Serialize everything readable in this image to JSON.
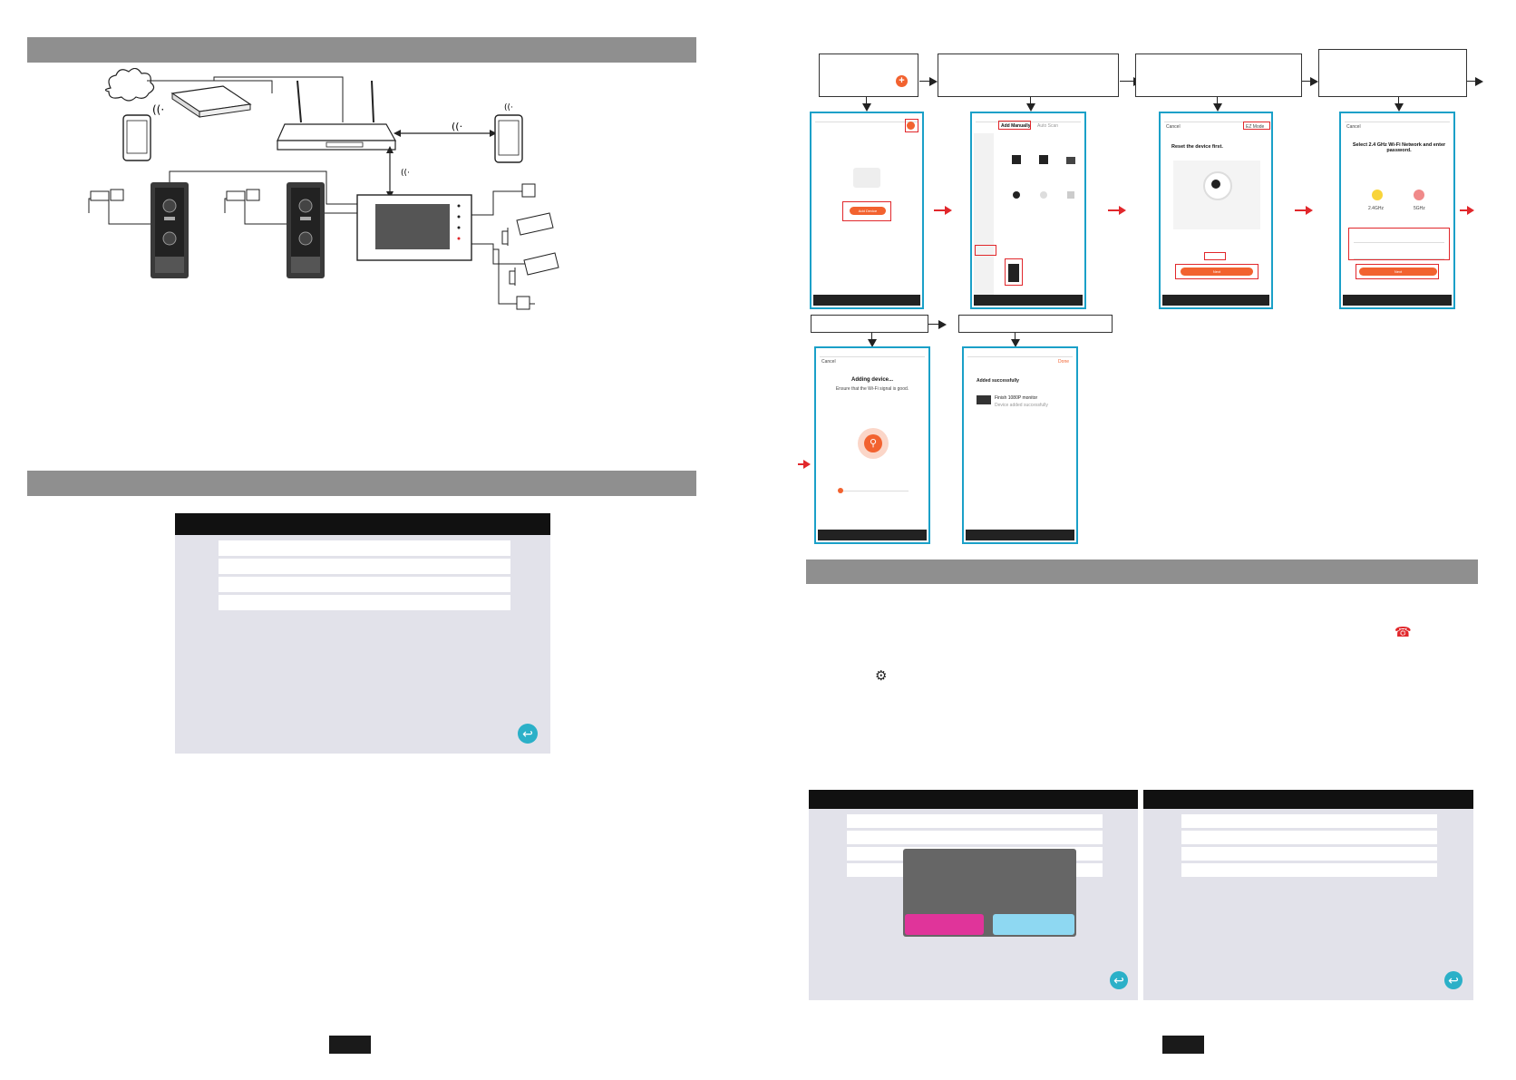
{
  "colors": {
    "header_bar": "#8f8f8f",
    "phone_border": "#1aa0c8",
    "app_orange": "#f2622f",
    "highlight_red": "#e1272b",
    "monitor_bg": "#e2e2ea",
    "pink_button": "#e0349a",
    "cyan_button": "#8ed8f2"
  },
  "icons": {
    "plus": "+",
    "back": "↩",
    "gear": "⚙",
    "hangup": "☎",
    "search": "⚲"
  },
  "app": {
    "add_device": "Add Device",
    "add_manually": "Add Manually",
    "auto_scan": "Auto Scan",
    "reset_title": "Reset the device first.",
    "ez_mode": "EZ Mode",
    "next": "Next",
    "wifi_title": "Select 2.4 GHz Wi-Fi Network and enter password.",
    "wifi_24": "2.4GHz",
    "wifi_5": "5GHz",
    "cancel": "Cancel",
    "adding_title": "Adding device...",
    "adding_hint": "Ensure that the Wi-Fi signal is good.",
    "added_title": "Added successfully",
    "added_device": "Finish 1080P monitor",
    "added_sub": "Device added successfully",
    "done": "Done"
  }
}
